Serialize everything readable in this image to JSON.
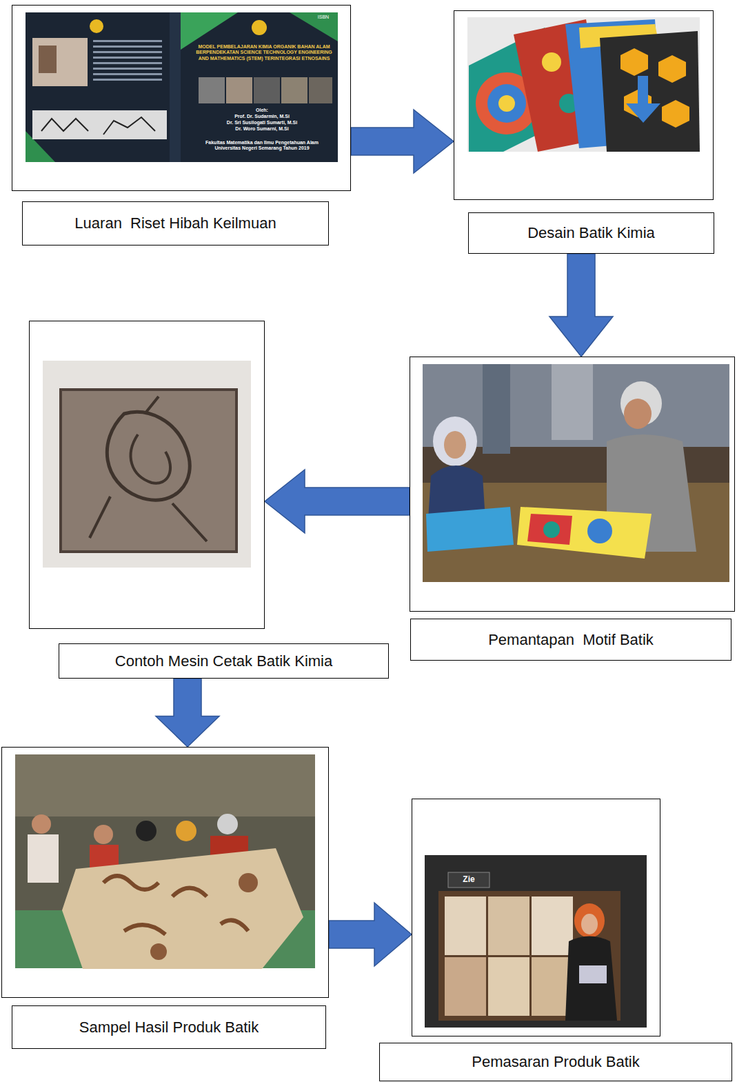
{
  "diagram": {
    "nodes": [
      {
        "text": [
          "Luaran  Riset Hibah Keilmuan"
        ]
      },
      {
        "text": [
          "Desain Batik Kimia"
        ]
      },
      {
        "text": [
          "Pemantapan  Motif Batik"
        ]
      },
      {
        "text": [
          "Contoh Mesin Cetak Batik Kimia"
        ]
      },
      {
        "text": [
          "Sampel Hasil Produk Batik"
        ]
      },
      {
        "text": [
          "Pemasaran Produk Batik"
        ]
      }
    ],
    "edges": [
      {
        "from": 0,
        "to": 1,
        "arrow": "to"
      },
      {
        "from": 1,
        "to": 2,
        "arrow": "to"
      },
      {
        "from": 2,
        "to": 3,
        "arrow": "to"
      },
      {
        "from": 3,
        "to": 4,
        "arrow": "to"
      },
      {
        "from": 4,
        "to": 5,
        "arrow": "to"
      }
    ],
    "labels": [
      "MODEL PEMBELAJARAN KIMIA ORGANIK BAHAN ALAM BERPENDEKATAN SCIENCE TECHNOLOGY ENGINEERING AND MATHEMATICS (STEM) TERINTEGRASI ETNOSAINS",
      "Oleh:",
      "Prof. Dr. Sudarmin, M.Si",
      "Dr. Sri Susilogati Sumarti, M.Si",
      "Dr. Woro Sumarni, M.Si",
      "Fakultas Matematika dan Ilmu Pengetahuan Alam Universitas Negeri Semarang Tahun 2019",
      "ISBN",
      "Zie"
    ]
  }
}
